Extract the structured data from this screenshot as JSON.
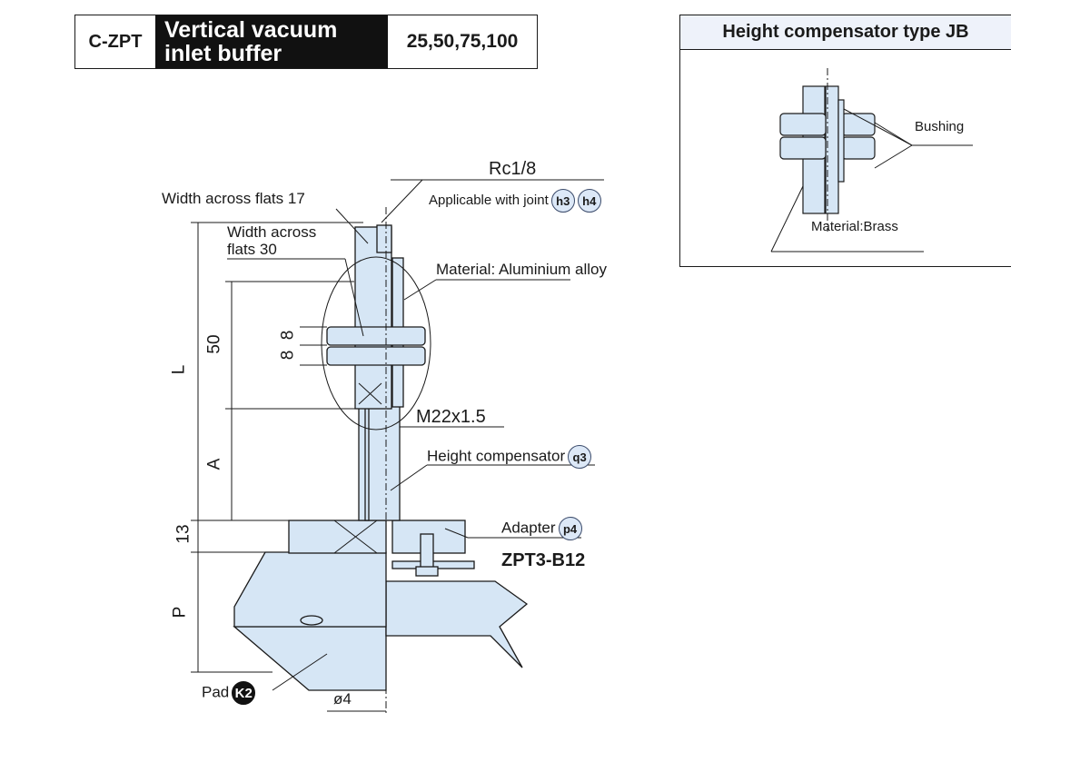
{
  "header": {
    "code": "C-ZPT",
    "title": "Vertical vacuum inlet buffer",
    "sizes": "25,50,75,100"
  },
  "inset": {
    "title": "Height compensator type JB",
    "bushing_label": "Bushing",
    "material_label": "Material:Brass"
  },
  "callouts": {
    "rc": "Rc1/8",
    "joint": "Applicable with joint",
    "joint_badges": [
      "h3",
      "h4"
    ],
    "flats17": "Width across flats 17",
    "flats30_line1": "Width across",
    "flats30_line2": "flats 30",
    "material": "Material: Aluminium alloy",
    "thread": "M22x1.5",
    "height_comp": "Height compensator",
    "height_comp_badge": "q3",
    "adapter": "Adapter",
    "adapter_badge": "p4",
    "adapter_model": "ZPT3-B12",
    "pad": "Pad",
    "pad_badge": "K2",
    "diameter": "ø4"
  },
  "dimensions": {
    "L": "L",
    "d50": "50",
    "A": "A",
    "d13": "13",
    "P": "P",
    "d8a": "8",
    "d8b": "8"
  },
  "colors": {
    "part_fill": "#d6e6f5",
    "line": "#1a1a1a"
  }
}
